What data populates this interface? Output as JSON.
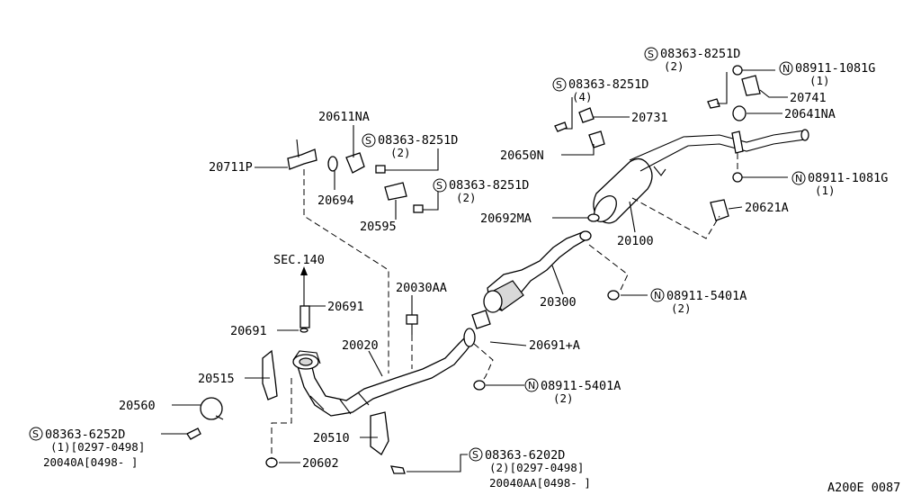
{
  "diagram": {
    "code": "A200E 0087",
    "sec_ref": "SEC.140",
    "prefix_s": "S",
    "prefix_n": "N",
    "labels": {
      "p20611NA": "20611NA",
      "p20711P": "20711P",
      "p20694": "20694",
      "p20595": "20595",
      "s8251_a": "08363-8251D",
      "s8251_a_q": "(2)",
      "s8251_b": "08363-8251D",
      "s8251_b_q": "(2)",
      "s8251_c": "08363-8251D",
      "s8251_c_q": "(4)",
      "s8251_d": "08363-8251D",
      "s8251_d_q": "(2)",
      "n1081_a": "08911-1081G",
      "n1081_a_q": "(1)",
      "n1081_b": "08911-1081G",
      "n1081_b_q": "(1)",
      "p20741": "20741",
      "p20731": "20731",
      "p20641NA": "20641NA",
      "p20650N": "20650N",
      "p20621A": "20621A",
      "p20692MA": "20692MA",
      "p20100": "20100",
      "p20300": "20300",
      "n5401_a": "08911-5401A",
      "n5401_a_q": "(2)",
      "n5401_b": "08911-5401A",
      "n5401_b_q": "(2)",
      "p20691_plusA": "20691+A",
      "p20030AA": "20030AA",
      "p20691_a": "20691",
      "p20691_b": "20691",
      "p20020": "20020",
      "p20515": "20515",
      "p20560": "20560",
      "s6252": "08363-6252D",
      "s6252_q": "(1)[0297-0498]",
      "p20040A": "20040A[0498-    ]",
      "p20510": "20510",
      "p20602": "20602",
      "s6202": "08363-6202D",
      "s6202_q": "(2)[0297-0498]",
      "p20040AA": "20040AA[0498-      ]"
    }
  }
}
